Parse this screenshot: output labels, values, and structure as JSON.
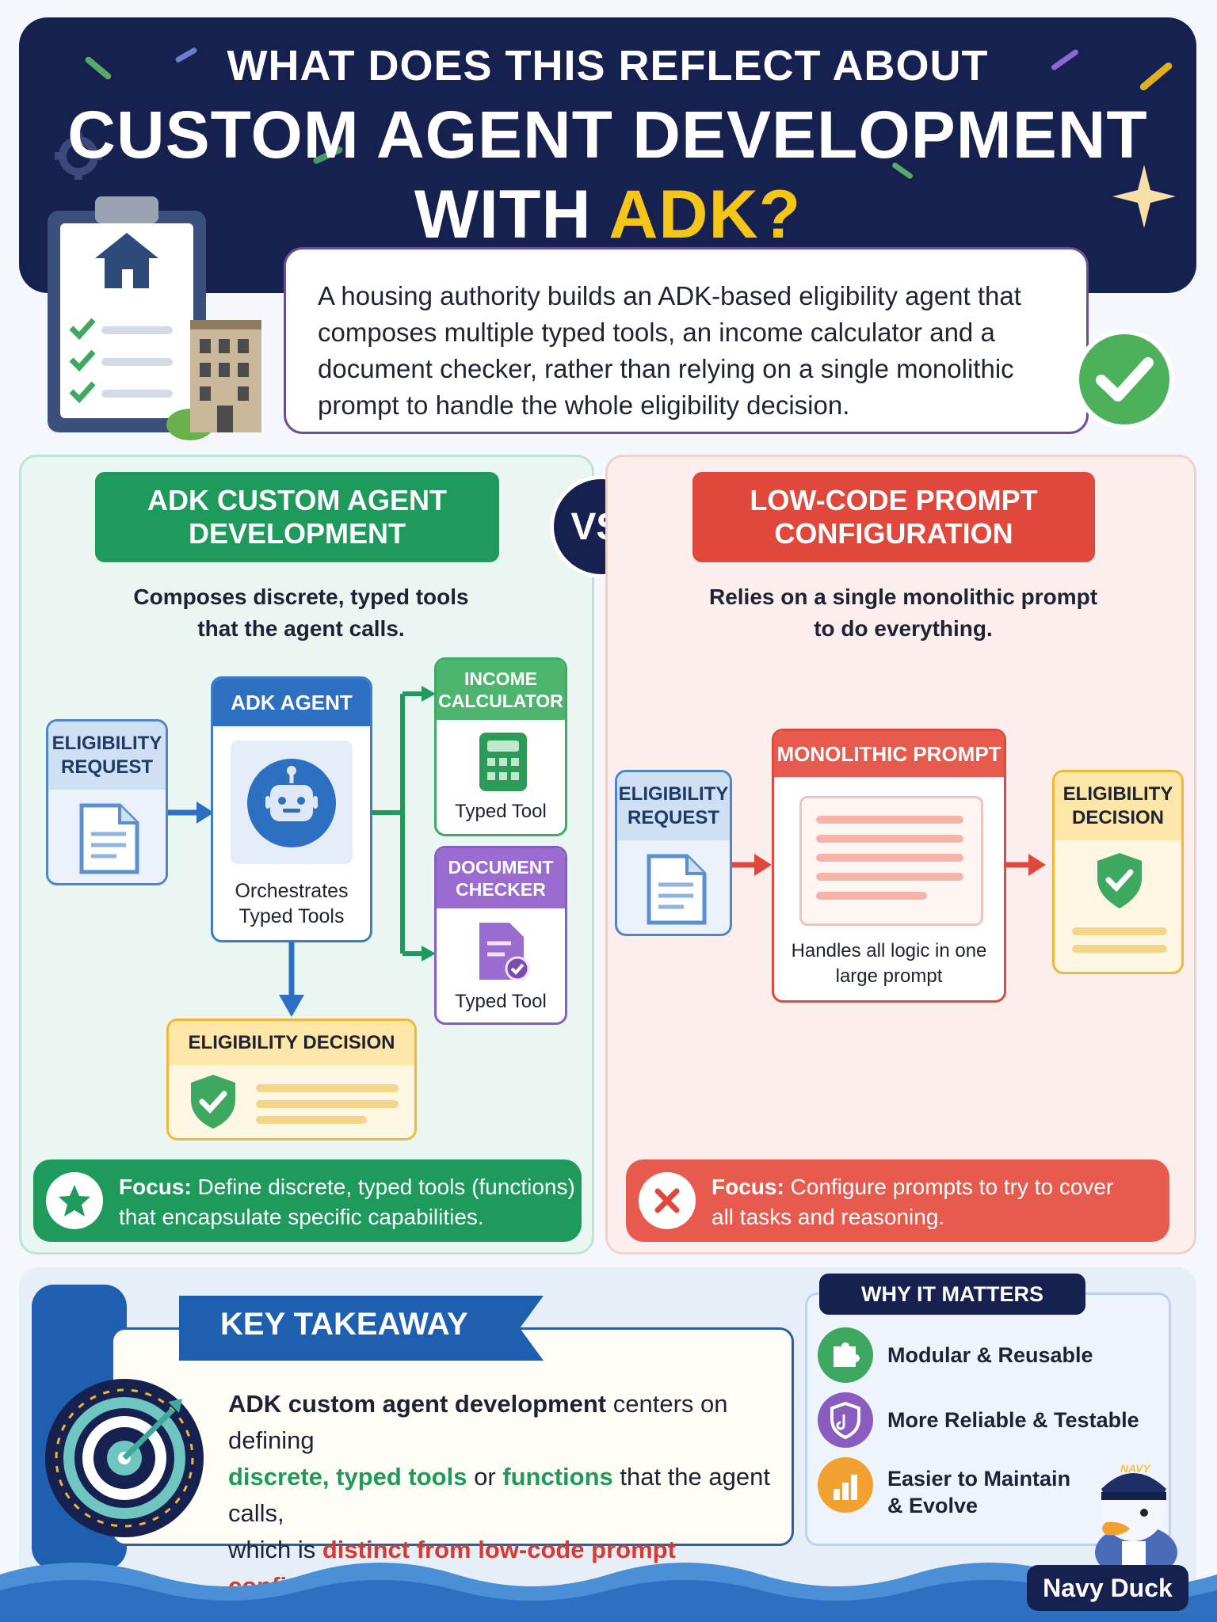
{
  "header": {
    "line1": "WHAT DOES THIS REFLECT ABOUT",
    "line2": "CUSTOM AGENT DEVELOPMENT",
    "line3_prefix": "WITH ",
    "line3_accent": "ADK?"
  },
  "intro": {
    "text": "A housing authority builds an ADK-based eligibility agent that composes multiple typed tools, an income calculator and a document checker, rather than relying on a single monolithic prompt to handle the whole eligibility decision."
  },
  "vs_label": "VS.",
  "left": {
    "title_line1": "ADK CUSTOM AGENT",
    "title_line2": "DEVELOPMENT",
    "subtitle_line1": "Composes discrete, typed tools",
    "subtitle_line2": "that the agent calls.",
    "request_line1": "ELIGIBILITY",
    "request_line2": "REQUEST",
    "agent_title": "ADK AGENT",
    "agent_caption_line1": "Orchestrates",
    "agent_caption_line2": "Typed Tools",
    "tool1_line1": "INCOME",
    "tool1_line2": "CALCULATOR",
    "tool1_caption": "Typed Tool",
    "tool2_line1": "DOCUMENT",
    "tool2_line2": "CHECKER",
    "tool2_caption": "Typed Tool",
    "decision_title": "ELIGIBILITY DECISION",
    "focus_label": "Focus:",
    "focus_text_line1": " Define discrete, typed tools (functions)",
    "focus_text_line2": "that encapsulate specific capabilities."
  },
  "right": {
    "title_line1": "LOW-CODE PROMPT",
    "title_line2": "CONFIGURATION",
    "subtitle_line1": "Relies on a single monolithic prompt",
    "subtitle_line2": "to do everything.",
    "request_line1": "ELIGIBILITY",
    "request_line2": "REQUEST",
    "prompt_title": "MONOLITHIC PROMPT",
    "prompt_caption_line1": "Handles all logic in one",
    "prompt_caption_line2": "large prompt",
    "decision_line1": "ELIGIBILITY",
    "decision_line2": "DECISION",
    "focus_label": "Focus:",
    "focus_text_line1": " Configure prompts to try to cover",
    "focus_text_line2": "all tasks and reasoning."
  },
  "takeaway": {
    "title": "KEY TAKEAWAY",
    "seg1": "ADK custom agent development",
    "seg2": " centers on defining",
    "seg3": "discrete, typed tools",
    "seg4": " or ",
    "seg5": "functions",
    "seg6": " that the agent calls,",
    "seg7": "which is ",
    "seg8": "distinct from low-code prompt configuration."
  },
  "why": {
    "title": "WHY IT MATTERS",
    "items": [
      {
        "label": "Modular & Reusable",
        "icon": "puzzle-icon"
      },
      {
        "label": "More Reliable & Testable",
        "icon": "shield-icon"
      },
      {
        "label_line1": "Easier to Maintain",
        "label_line2": "& Evolve",
        "icon": "bar-chart-icon"
      }
    ]
  },
  "mascot": {
    "cap_text": "NAVY",
    "name": "Navy Duck"
  },
  "colors": {
    "navy": "#16214f",
    "accent": "#f5c518",
    "green": "#1e9b5c",
    "red": "#e0483c",
    "blue": "#2d6fc0",
    "purple": "#8a5cc0",
    "gold": "#f2b632"
  }
}
